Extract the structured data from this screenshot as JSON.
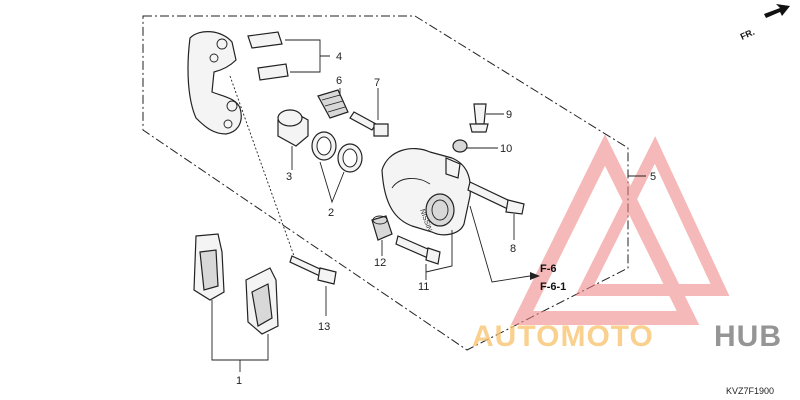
{
  "labels": {
    "p1": "1",
    "p2": "2",
    "p3": "3",
    "p4": "4",
    "p5": "5",
    "p6": "6",
    "p7": "7",
    "p8": "8",
    "p9": "9",
    "p10": "10",
    "p11": "11",
    "p12": "12",
    "p13": "13"
  },
  "refs": {
    "r1": "F-6",
    "r2": "F-6-1"
  },
  "direction": "FR.",
  "part_code": "KVZ7F1900",
  "caliper_marking": "NISSIN",
  "watermark": {
    "part1": "AUTOMOTO",
    "part2": "HUB",
    "color1": "#f7c472",
    "color2": "#8a8a8a",
    "logo_color": "#f08080"
  }
}
